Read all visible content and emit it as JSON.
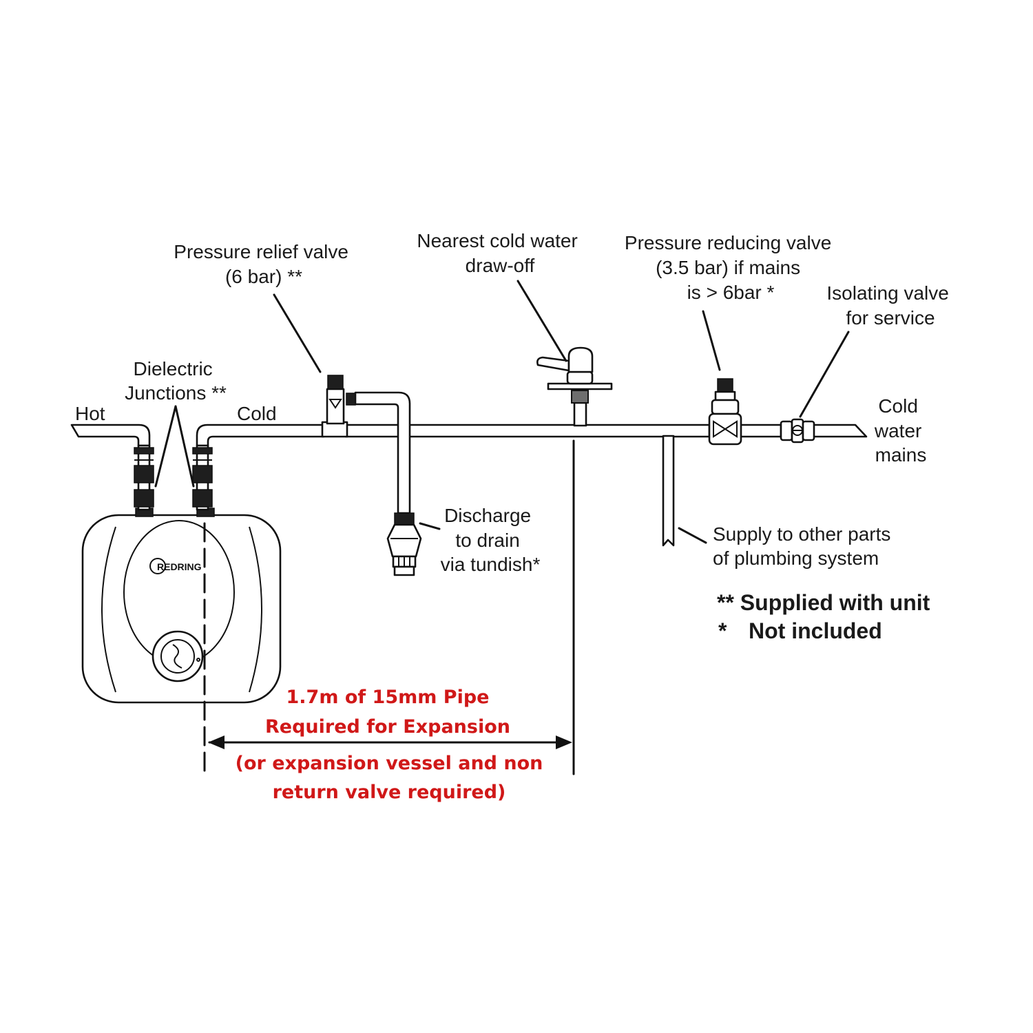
{
  "labels": {
    "pressure_relief": [
      "Pressure relief valve",
      "(6 bar) **"
    ],
    "nearest_draw_off": [
      "Nearest cold water",
      "draw-off"
    ],
    "pressure_reducing": [
      "Pressure reducing valve",
      "(3.5 bar) if mains",
      "is > 6bar *"
    ],
    "isolating_valve": [
      "Isolating valve",
      "for service"
    ],
    "dielectric": [
      "Dielectric",
      "Junctions **"
    ],
    "hot": "Hot",
    "cold": "Cold",
    "cold_mains": [
      "Cold",
      "water",
      "mains"
    ],
    "discharge": [
      "Discharge",
      "to drain",
      "via tundish*"
    ],
    "supply_other": [
      "Supply to other parts",
      "of plumbing system"
    ],
    "brand": "REDRING"
  },
  "legend": {
    "supplied": "** Supplied with unit",
    "not_included_mark": "*",
    "not_included": "Not included"
  },
  "note": {
    "line1": "1.7m of 15mm Pipe",
    "line2": "Required for Expansion",
    "line3": "(or expansion vessel and non",
    "line4": "return valve required)"
  },
  "colors": {
    "note_red": "#d01818",
    "line": "#111111",
    "background": "#ffffff"
  }
}
